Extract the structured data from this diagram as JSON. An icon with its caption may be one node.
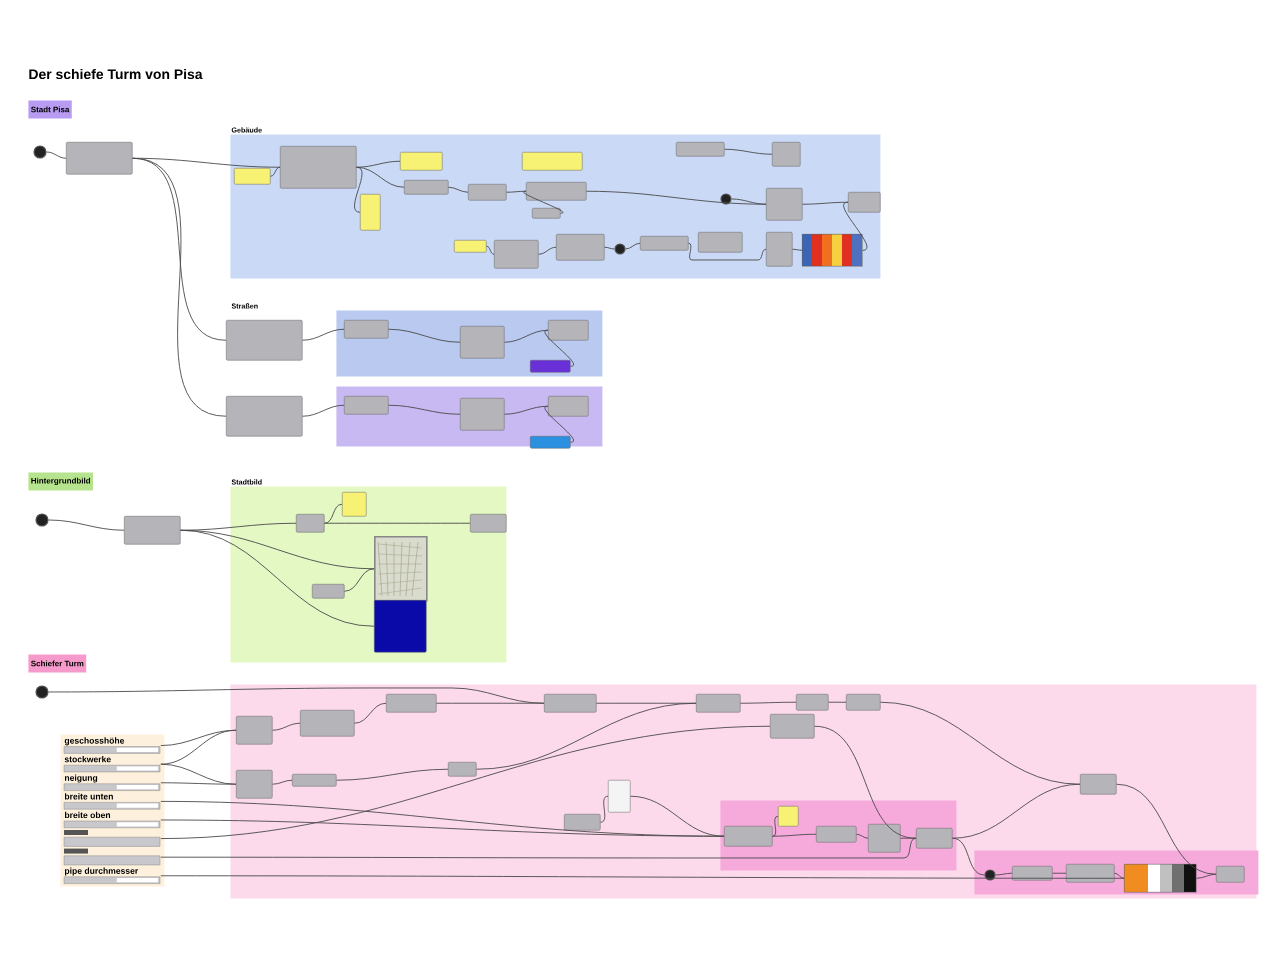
{
  "diagram": {
    "title": "Der schiefe Turm von Pisa",
    "nodes": [
      {
        "text": [
          "Stadt Pisa"
        ]
      },
      {
        "text": [
          "Gebäude"
        ]
      },
      {
        "text": [],
        "shape": "box"
      },
      {
        "text": [],
        "shape": "box"
      },
      {
        "text": [
          "Hintergrundbild"
        ]
      },
      {
        "text": [
          "Stadtbild"
        ]
      },
      {
        "text": [
          "Schiefer Turm"
        ]
      },
      {
        "text": [],
        "shape": "box"
      },
      {
        "text": [],
        "shape": "box"
      },
      {
        "text": [
          "geschosshöhe"
        ],
        "in": 8
      },
      {
        "text": [
          "stockwerke"
        ],
        "in": 8
      },
      {
        "text": [
          "neigung"
        ],
        "in": 8
      },
      {
        "text": [
          "breite unten"
        ],
        "in": 8
      },
      {
        "text": [
          "breite oben"
        ],
        "in": 8
      },
      {
        "text": [],
        "shape": "box",
        "in": 8
      },
      {
        "text": [],
        "shape": "box",
        "in": 8
      },
      {
        "text": [
          "pipe durchmesser"
        ],
        "in": 8
      },
      {
        "text": [],
        "shape": "box",
        "in": 7
      },
      {
        "text": [],
        "shape": "box",
        "in": 7
      },
      {
        "text": [],
        "shape": "circle"
      },
      {
        "text": [],
        "shape": "box"
      },
      {
        "text": [],
        "shape": "box",
        "in": 1
      },
      {
        "text": [],
        "shape": "box",
        "in": 1
      },
      {
        "text": [],
        "shape": "box",
        "in": 1
      },
      {
        "text": [],
        "shape": "box",
        "in": 1
      },
      {
        "text": [],
        "shape": "box",
        "in": 1
      },
      {
        "text": [],
        "shape": "box",
        "in": 1
      },
      {
        "text": [],
        "shape": "box",
        "in": 1
      },
      {
        "text": [],
        "shape": "box",
        "in": 1
      },
      {
        "text": [],
        "shape": "box",
        "in": 1
      },
      {
        "text": [],
        "shape": "box",
        "in": 1
      },
      {
        "text": [],
        "shape": "box",
        "in": 1
      },
      {
        "text": [],
        "shape": "box",
        "in": 1
      },
      {
        "text": [],
        "shape": "circle",
        "in": 1
      },
      {
        "text": [],
        "shape": "box",
        "in": 1
      },
      {
        "text": [],
        "shape": "box",
        "in": 1
      },
      {
        "text": [],
        "shape": "box",
        "in": 1
      },
      {
        "text": [],
        "shape": "bar",
        "in": 1
      },
      {
        "text": [],
        "shape": "box",
        "in": 1
      },
      {
        "text": [],
        "shape": "box",
        "in": 1
      },
      {
        "text": [],
        "shape": "circle",
        "in": 1
      },
      {
        "text": [],
        "shape": "box",
        "in": 1
      },
      {
        "text": [],
        "shape": "box",
        "in": 1
      },
      {
        "text": [],
        "shape": "box"
      },
      {
        "text": [],
        "shape": "box"
      },
      {
        "text": [],
        "shape": "box",
        "in": 2
      },
      {
        "text": [],
        "shape": "box",
        "in": 2
      },
      {
        "text": [],
        "shape": "box",
        "in": 2
      },
      {
        "text": [],
        "shape": "box",
        "in": 2
      },
      {
        "text": [],
        "shape": "box",
        "in": 3
      },
      {
        "text": [],
        "shape": "box",
        "in": 3
      },
      {
        "text": [],
        "shape": "box",
        "in": 3
      },
      {
        "text": [],
        "shape": "box",
        "in": 3
      },
      {
        "text": [],
        "shape": "circle"
      },
      {
        "text": [],
        "shape": "box"
      },
      {
        "text": [],
        "shape": "box",
        "in": 5
      },
      {
        "text": [],
        "shape": "box",
        "in": 5
      },
      {
        "text": [],
        "shape": "box",
        "in": 5
      },
      {
        "text": [],
        "shape": "picture",
        "in": 5
      },
      {
        "text": [],
        "shape": "box",
        "in": 5
      },
      {
        "text": [],
        "shape": "box",
        "in": 5
      },
      {
        "text": [],
        "shape": "circle"
      },
      {
        "text": [],
        "shape": "box",
        "in": 7
      },
      {
        "text": [],
        "shape": "box",
        "in": 7
      },
      {
        "text": [],
        "shape": "box",
        "in": 7
      },
      {
        "text": [],
        "shape": "box",
        "in": 7
      },
      {
        "text": [],
        "shape": "box",
        "in": 7
      },
      {
        "text": [],
        "shape": "box",
        "in": 7
      },
      {
        "text": [],
        "shape": "box",
        "in": 7
      },
      {
        "text": [],
        "shape": "box",
        "in": 7
      },
      {
        "text": [],
        "shape": "box",
        "in": 7
      },
      {
        "text": [],
        "shape": "box",
        "in": 7
      },
      {
        "text": [],
        "shape": "box",
        "in": 7
      },
      {
        "text": [],
        "shape": "box",
        "in": 7
      },
      {
        "text": [],
        "shape": "box",
        "in": 7
      },
      {
        "text": [],
        "shape": "box",
        "in": 17
      },
      {
        "text": [],
        "shape": "box",
        "in": 17
      },
      {
        "text": [],
        "shape": "box",
        "in": 17
      },
      {
        "text": [],
        "shape": "box",
        "in": 17
      },
      {
        "text": [],
        "shape": "box",
        "in": 17
      },
      {
        "text": [],
        "shape": "box",
        "in": 7
      },
      {
        "text": [],
        "shape": "circle",
        "in": 18
      },
      {
        "text": [],
        "shape": "box",
        "in": 18
      },
      {
        "text": [],
        "shape": "box",
        "in": 18
      },
      {
        "text": [],
        "shape": "bar",
        "in": 18
      },
      {
        "text": [],
        "shape": "box",
        "in": 18
      }
    ],
    "edges": [
      {
        "from": 19,
        "to": 20,
        "arrow": "none"
      },
      {
        "from": 20,
        "to": 21,
        "arrow": "none"
      },
      {
        "from": 20,
        "to": 43,
        "arrow": "none"
      },
      {
        "from": 20,
        "to": 44,
        "arrow": "none"
      },
      {
        "from": 22,
        "to": 21,
        "arrow": "none"
      },
      {
        "from": 21,
        "to": 23,
        "arrow": "none"
      },
      {
        "from": 21,
        "to": 24,
        "arrow": "none"
      },
      {
        "from": 21,
        "to": 25,
        "arrow": "none"
      },
      {
        "from": 24,
        "to": 26,
        "arrow": "none"
      },
      {
        "from": 26,
        "to": 28,
        "arrow": "none"
      },
      {
        "from": 29,
        "to": 28,
        "arrow": "none"
      },
      {
        "from": 28,
        "to": 41,
        "arrow": "none"
      },
      {
        "from": 30,
        "to": 31,
        "arrow": "none"
      },
      {
        "from": 31,
        "to": 32,
        "arrow": "none"
      },
      {
        "from": 32,
        "to": 33,
        "arrow": "none"
      },
      {
        "from": 33,
        "to": 34,
        "arrow": "none"
      },
      {
        "from": 34,
        "to": 36,
        "arrow": "none"
      },
      {
        "from": 36,
        "to": 37,
        "arrow": "none"
      },
      {
        "from": 37,
        "to": 42,
        "arrow": "none"
      },
      {
        "from": 38,
        "to": 39,
        "arrow": "none"
      },
      {
        "from": 40,
        "to": 41,
        "arrow": "none"
      },
      {
        "from": 41,
        "to": 42,
        "arrow": "none"
      },
      {
        "from": 43,
        "to": 45,
        "arrow": "none"
      },
      {
        "from": 45,
        "to": 46,
        "arrow": "none"
      },
      {
        "from": 46,
        "to": 47,
        "arrow": "none"
      },
      {
        "from": 48,
        "to": 47,
        "arrow": "none"
      },
      {
        "from": 44,
        "to": 49,
        "arrow": "none"
      },
      {
        "from": 49,
        "to": 50,
        "arrow": "none"
      },
      {
        "from": 50,
        "to": 51,
        "arrow": "none"
      },
      {
        "from": 52,
        "to": 51,
        "arrow": "none"
      },
      {
        "from": 53,
        "to": 54,
        "arrow": "none"
      },
      {
        "from": 54,
        "to": 55,
        "arrow": "none"
      },
      {
        "from": 55,
        "to": 56,
        "arrow": "none"
      },
      {
        "from": 55,
        "to": 57,
        "arrow": "none"
      },
      {
        "from": 54,
        "to": 58,
        "arrow": "none"
      },
      {
        "from": 54,
        "to": 59,
        "arrow": "none"
      },
      {
        "from": 60,
        "to": 58,
        "arrow": "none"
      },
      {
        "from": 61,
        "to": 67,
        "arrow": "none"
      },
      {
        "from": 9,
        "to": 62,
        "arrow": "none"
      },
      {
        "from": 10,
        "to": 62,
        "arrow": "none"
      },
      {
        "from": 10,
        "to": 63,
        "arrow": "none"
      },
      {
        "from": 11,
        "to": 63,
        "arrow": "none"
      },
      {
        "from": 62,
        "to": 64,
        "arrow": "none"
      },
      {
        "from": 64,
        "to": 66,
        "arrow": "none"
      },
      {
        "from": 66,
        "to": 67,
        "arrow": "none"
      },
      {
        "from": 63,
        "to": 65,
        "arrow": "none"
      },
      {
        "from": 65,
        "to": 68,
        "arrow": "none"
      },
      {
        "from": 68,
        "to": 70,
        "arrow": "none"
      },
      {
        "from": 12,
        "to": 75,
        "arrow": "none"
      },
      {
        "from": 13,
        "to": 75,
        "arrow": "none"
      },
      {
        "from": 14,
        "to": 73,
        "arrow": "none"
      },
      {
        "from": 15,
        "to": 79,
        "arrow": "none"
      },
      {
        "from": 16,
        "to": 84,
        "arrow": "none"
      },
      {
        "from": 67,
        "to": 70,
        "arrow": "none"
      },
      {
        "from": 70,
        "to": 71,
        "arrow": "none"
      },
      {
        "from": 71,
        "to": 72,
        "arrow": "none"
      },
      {
        "from": 72,
        "to": 80,
        "arrow": "none"
      },
      {
        "from": 74,
        "to": 69,
        "arrow": "none"
      },
      {
        "from": 69,
        "to": 75,
        "arrow": "none"
      },
      {
        "from": 75,
        "to": 76,
        "arrow": "none"
      },
      {
        "from": 75,
        "to": 77,
        "arrow": "none"
      },
      {
        "from": 77,
        "to": 78,
        "arrow": "none"
      },
      {
        "from": 78,
        "to": 79,
        "arrow": "none"
      },
      {
        "from": 73,
        "to": 79,
        "arrow": "none"
      },
      {
        "from": 79,
        "to": 80,
        "arrow": "none"
      },
      {
        "from": 79,
        "to": 81,
        "arrow": "none"
      },
      {
        "from": 81,
        "to": 82,
        "arrow": "none"
      },
      {
        "from": 82,
        "to": 83,
        "arrow": "none"
      },
      {
        "from": 83,
        "to": 84,
        "arrow": "none"
      },
      {
        "from": 84,
        "to": 85,
        "arrow": "none"
      },
      {
        "from": 80,
        "to": 85,
        "arrow": "none"
      }
    ],
    "labels": [
      "Straßen"
    ]
  }
}
